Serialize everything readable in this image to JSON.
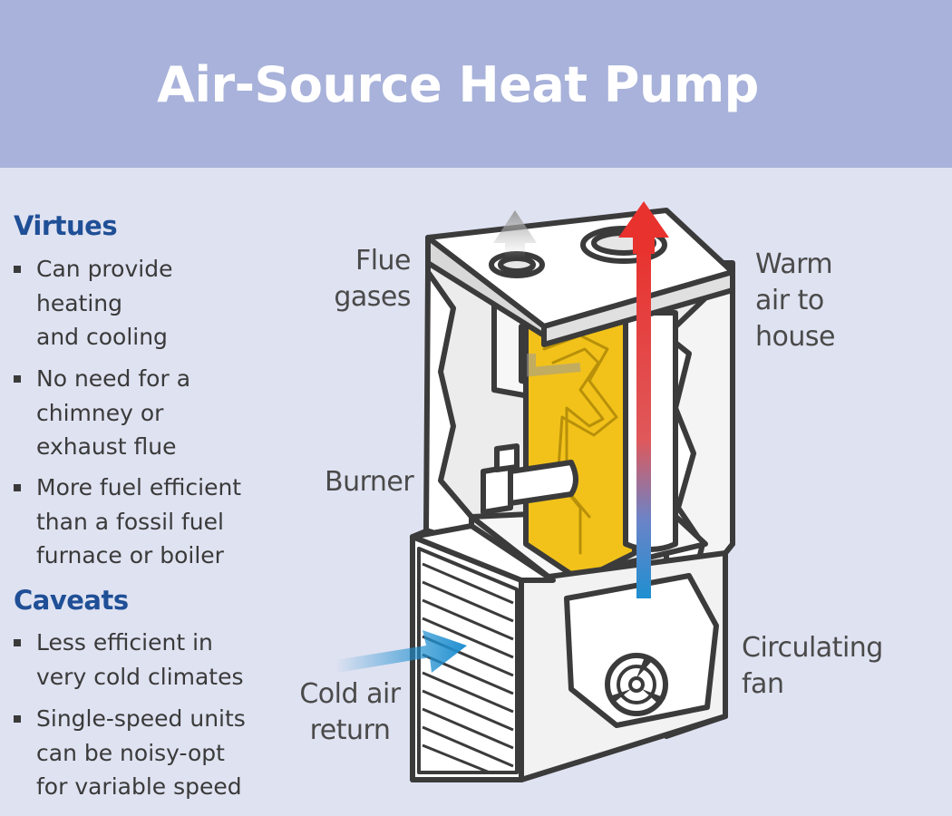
{
  "header": {
    "title": "Air-Source Heat Pump"
  },
  "virtues": {
    "heading": "Virtues",
    "items": [
      "Can provide\nheating\nand cooling",
      "No need for a\nchimney or\nexhaust flue",
      "More fuel efficient\nthan a fossil fuel\nfurnace or boiler"
    ]
  },
  "caveats": {
    "heading": "Caveats",
    "items": [
      "Less efficient in\nvery cold climates",
      "Single-speed units\ncan be noisy-opt\nfor variable speed"
    ]
  },
  "callouts": {
    "flue_gases": "Flue\ngases",
    "warm_air": "Warm\nair to\nhouse",
    "burner": "Burner",
    "circulating_fan": "Circulating\nfan",
    "cold_air_return": "Cold air\nreturn"
  },
  "colors": {
    "header_bg": "#a8b2da",
    "page_bg": "#dfe2f1",
    "heading_blue": "#1f4f96",
    "warm_red": "#e8322e",
    "cold_blue": "#1f8fd0",
    "heat_exchanger_yellow": "#f2c21a"
  }
}
